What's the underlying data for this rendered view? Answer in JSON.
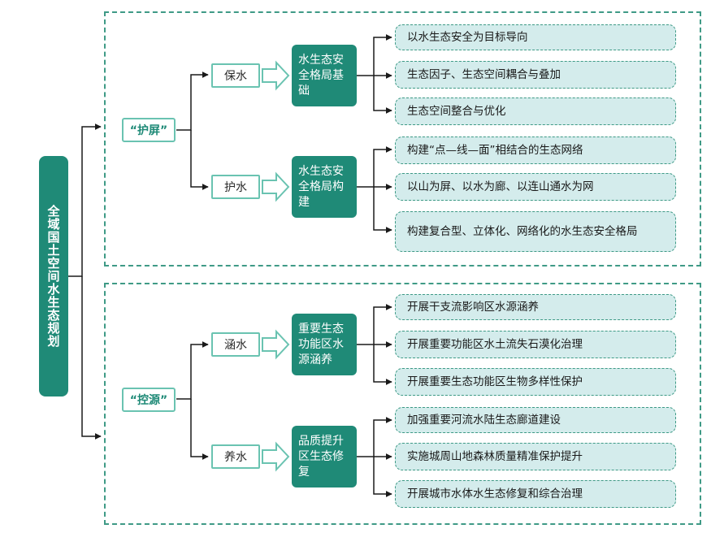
{
  "root": {
    "label": "全域国土空间水生态规划"
  },
  "branches": [
    {
      "label": "“护屏”",
      "children": [
        {
          "label": "保水",
          "target": "水生态安全格局基础",
          "leaves": [
            "以水生态安全为目标导向",
            "生态因子、生态空间耦合与叠加",
            "生态空间整合与优化"
          ]
        },
        {
          "label": "护水",
          "target": "水生态安全格局构建",
          "leaves": [
            "构建“点—线—面”相结合的生态网络",
            "以山为屏、以水为廊、以连山通水为网",
            "构建复合型、立体化、网络化的水生态安全格局"
          ]
        }
      ]
    },
    {
      "label": "“控源”",
      "children": [
        {
          "label": "涵水",
          "target": "重要生态功能区水源涵养",
          "leaves": [
            "开展干支流影响区水源涵养",
            "开展重要功能区水土流失石漠化治理",
            "开展重要生态功能区生物多样性保护"
          ]
        },
        {
          "label": "养水",
          "target": "品质提升区生态修复",
          "leaves": [
            "加强重要河流水陆生态廊道建设",
            "实施城周山地森林质量精准保护提升",
            "开展城市水体水生态修复和综合治理"
          ]
        }
      ]
    }
  ],
  "colors": {
    "primary": "#1f8a77",
    "border": "#6ac3b1",
    "leaf_fill": "#d4ecec",
    "line": "#1a1a1a"
  }
}
